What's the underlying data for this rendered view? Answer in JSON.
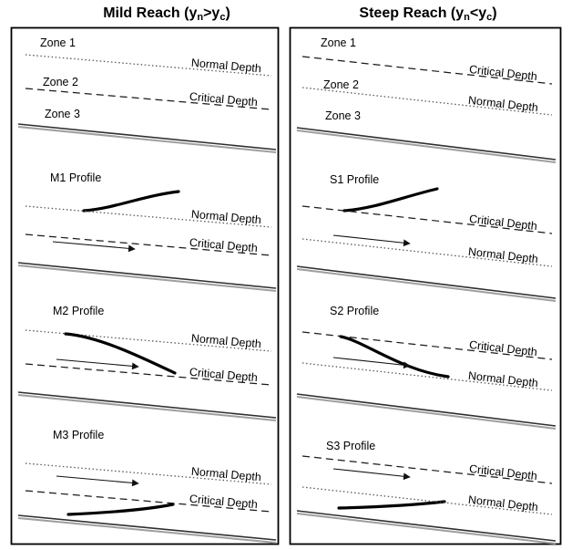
{
  "titles": {
    "mild": {
      "pre": "Mild Reach (y",
      "sub_n": "n",
      "cmp": ">y",
      "sub_c": "c",
      "post": ")"
    },
    "steep": {
      "pre": "Steep Reach (y",
      "sub_n": "n",
      "cmp": "<y",
      "sub_c": "c",
      "post": ")"
    }
  },
  "labels": {
    "zone1": "Zone 1",
    "zone2": "Zone 2",
    "zone3": "Zone 3",
    "normal_depth": "Normal Depth",
    "critical_depth": "Critical Depth",
    "m1_profile": "M1 Profile",
    "m2_profile": "M2 Profile",
    "m3_profile": "M3 Profile",
    "s1_profile": "S1 Profile",
    "s2_profile": "S2 Profile",
    "s3_profile": "S3 Profile"
  },
  "colors": {
    "background": "#ffffff",
    "border": "#000000",
    "text": "#000000",
    "normal_line": "#5a5a5a",
    "critical_line": "#1a1a1a",
    "curve": "#000000",
    "bed_dark": "#2f2f2f",
    "bed_light": "#9e9e9e",
    "arrow": "#111111"
  }
}
